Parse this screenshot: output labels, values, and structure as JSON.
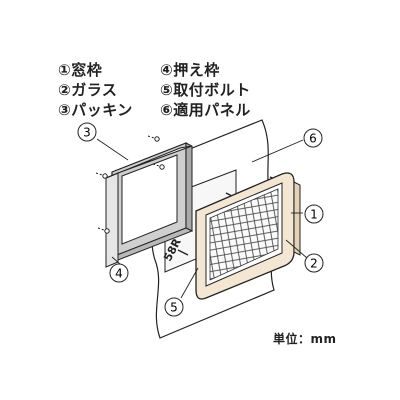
{
  "legend": {
    "items": [
      "①窓枠",
      "②ガラス",
      "③パッキン",
      "④押え枠",
      "⑤取付ボルト",
      "⑥適用パネル"
    ]
  },
  "callouts": {
    "c1": "1",
    "c2": "2",
    "c3": "3",
    "c4": "4",
    "c5": "5",
    "c6": "6"
  },
  "panel_mark": "58R",
  "unit": "単位：mm",
  "colors": {
    "stroke": "#222222",
    "packing": "#cfcfcf",
    "frame": "#f3e6d2",
    "panel": "#ffffff"
  }
}
